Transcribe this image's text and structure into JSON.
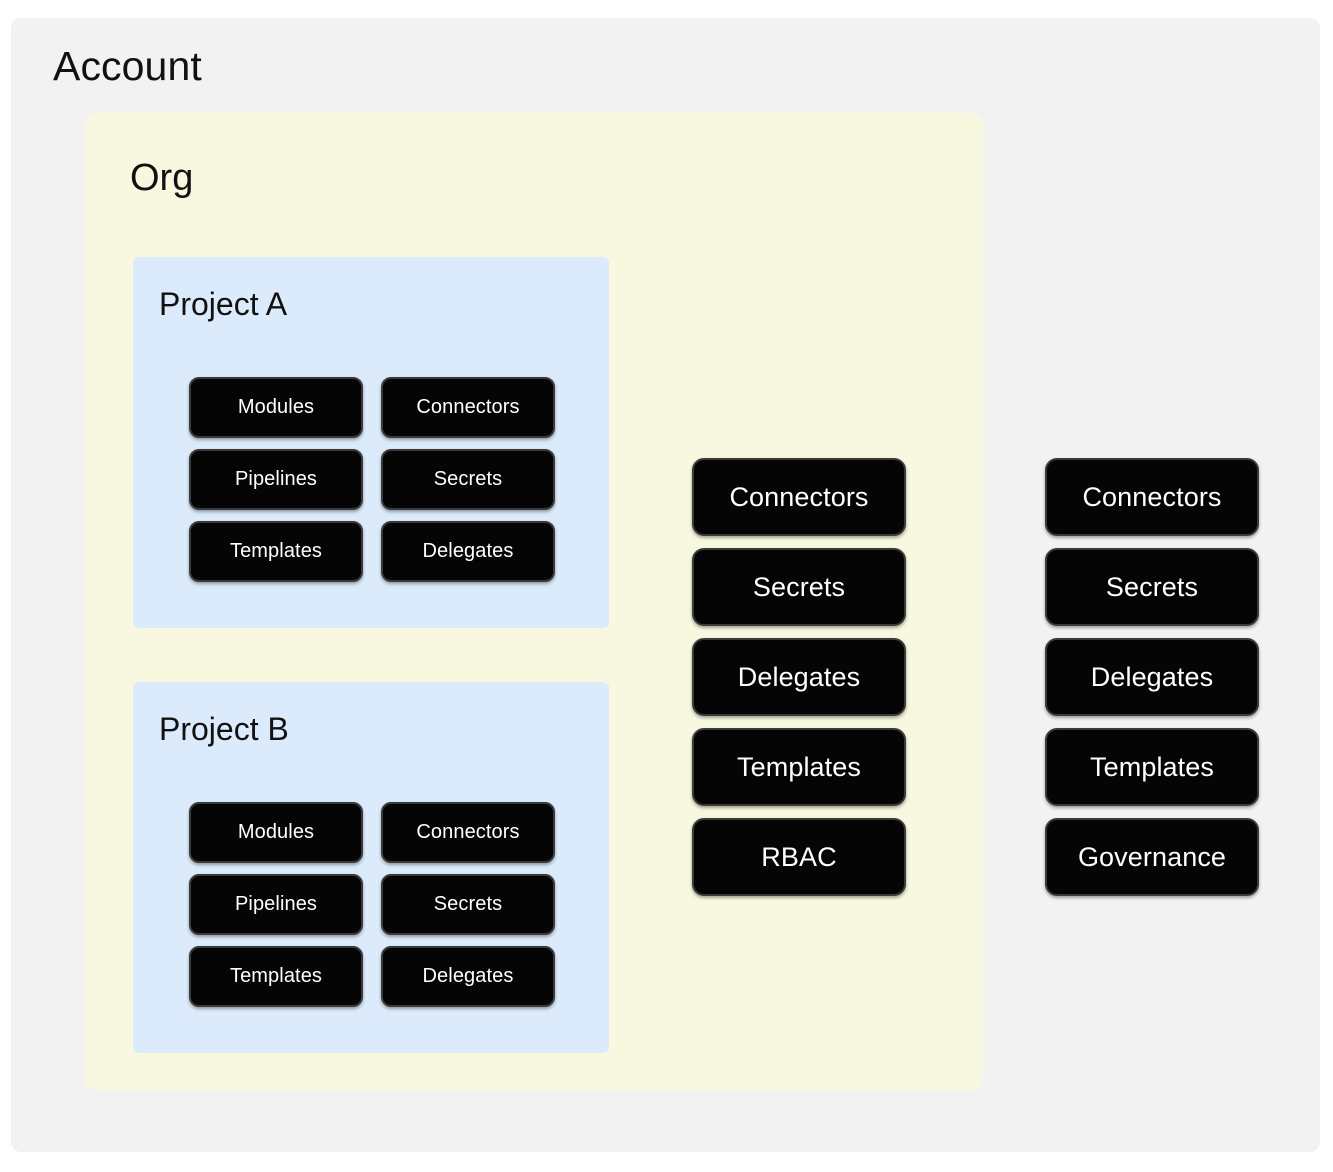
{
  "diagram": {
    "type": "nested-hierarchy",
    "title": "Account"
  },
  "account": {
    "label": "Account",
    "background_color": "#f2f2f2",
    "features": [
      {
        "label": "Connectors"
      },
      {
        "label": "Secrets"
      },
      {
        "label": "Delegates"
      },
      {
        "label": "Templates"
      },
      {
        "label": "Governance"
      }
    ]
  },
  "org": {
    "label": "Org",
    "background_color": "#f7f8df",
    "features": [
      {
        "label": "Connectors"
      },
      {
        "label": "Secrets"
      },
      {
        "label": "Delegates"
      },
      {
        "label": "Templates"
      },
      {
        "label": "RBAC"
      }
    ]
  },
  "projects": [
    {
      "label": "Project A",
      "background_color": "#dcebfb",
      "features": [
        {
          "label": "Modules"
        },
        {
          "label": "Connectors"
        },
        {
          "label": "Pipelines"
        },
        {
          "label": "Secrets"
        },
        {
          "label": "Templates"
        },
        {
          "label": "Delegates"
        }
      ]
    },
    {
      "label": "Project B",
      "background_color": "#dcebfb",
      "features": [
        {
          "label": "Modules"
        },
        {
          "label": "Connectors"
        },
        {
          "label": "Pipelines"
        },
        {
          "label": "Secrets"
        },
        {
          "label": "Templates"
        },
        {
          "label": "Delegates"
        }
      ]
    }
  ],
  "colors": {
    "canvas": "#ffffff",
    "account_bg": "#f2f2f2",
    "org_bg": "#f7f8df",
    "project_bg": "#dcebfb",
    "pill_bg": "#050505",
    "pill_border": "#3a3a3a",
    "pill_text": "#ffffff",
    "heading_text": "#111111"
  }
}
